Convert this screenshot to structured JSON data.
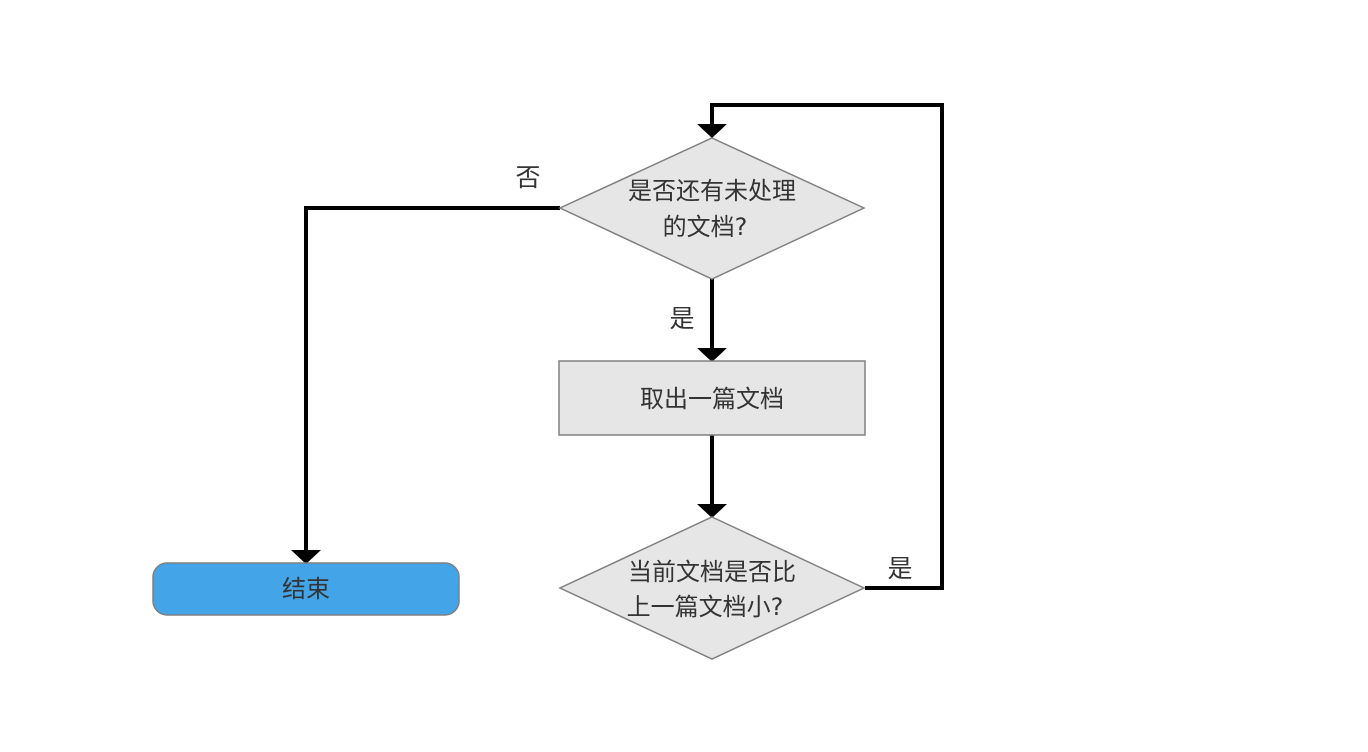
{
  "diagram": {
    "type": "flowchart",
    "nodes": {
      "decision_remaining": {
        "shape": "diamond",
        "lines": [
          "是否还有未处理",
          "的文档?"
        ]
      },
      "take_document": {
        "shape": "rectangle",
        "label": "取出一篇文档"
      },
      "decision_compare": {
        "shape": "diamond",
        "lines": [
          "当前文档是否比",
          "上一篇文档小?"
        ]
      },
      "end": {
        "shape": "terminal",
        "label": "结束"
      }
    },
    "edges": {
      "no_to_end": {
        "from": "decision_remaining",
        "to": "end",
        "label": "否"
      },
      "yes_to_take": {
        "from": "decision_remaining",
        "to": "take_document",
        "label": "是"
      },
      "take_to_compare": {
        "from": "take_document",
        "to": "decision_compare"
      },
      "yes_loop_back": {
        "from": "decision_compare",
        "to": "decision_remaining",
        "label": "是"
      }
    },
    "colors": {
      "node_fill": "#e6e6e6",
      "node_stroke": "#808080",
      "terminal_fill": "#44a4e8",
      "edge": "#000000",
      "text": "#333333"
    }
  }
}
